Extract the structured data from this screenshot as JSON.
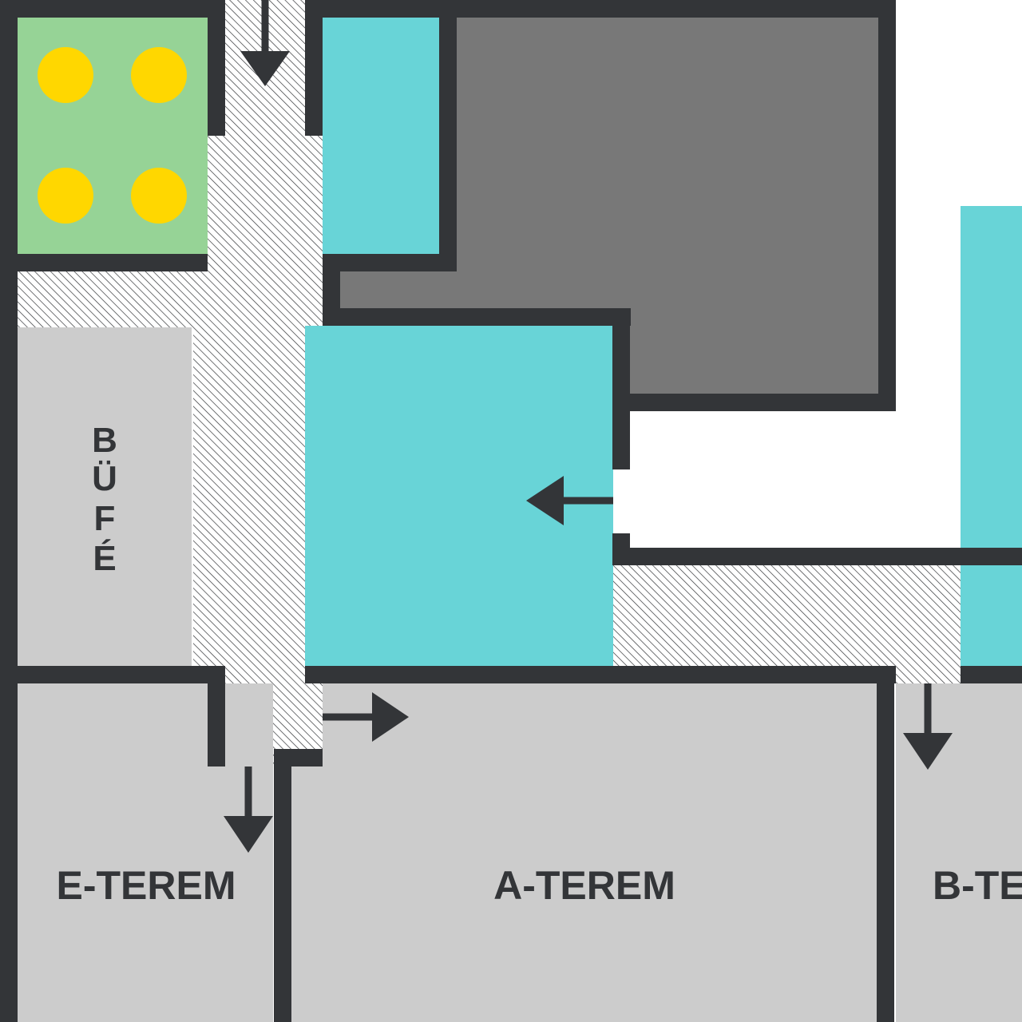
{
  "floor_plan": {
    "rooms": {
      "bufe": {
        "label_letters": [
          "B",
          "Ü",
          "F",
          "É"
        ]
      },
      "e_terem": {
        "label": "E-TEREM"
      },
      "a_terem": {
        "label": "A-TEREM"
      },
      "b_terem": {
        "label": "B-TEREM"
      }
    },
    "icons": {
      "wayfinding_arrow": "arrow-icon",
      "seat_marker": "seat-dot-icon"
    },
    "colors": {
      "wall": "#333538",
      "corridor_hatch": "#333538",
      "room_gray": "#cccccc",
      "room_dark": "#787878",
      "room_cyan": "#68d4d7",
      "room_green": "#96d396",
      "seat_yellow": "#ffd700",
      "background": "#ffffff"
    }
  }
}
